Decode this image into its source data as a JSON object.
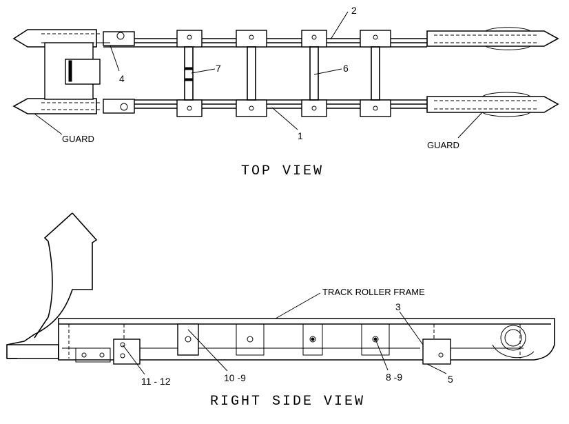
{
  "views": {
    "top": {
      "title": "TOP VIEW"
    },
    "side": {
      "title": "RIGHT SIDE VIEW"
    }
  },
  "labels": {
    "guard_left": "GUARD",
    "guard_right": "GUARD",
    "track_roller_frame": "TRACK ROLLER FRAME"
  },
  "callouts": {
    "c1": "1",
    "c2": "2",
    "c3": "3",
    "c4": "4",
    "c5": "5",
    "c6": "6",
    "c7": "7",
    "c8_9": "8 -9",
    "c10_9": "10 -9",
    "c11_12": "11 - 12"
  }
}
